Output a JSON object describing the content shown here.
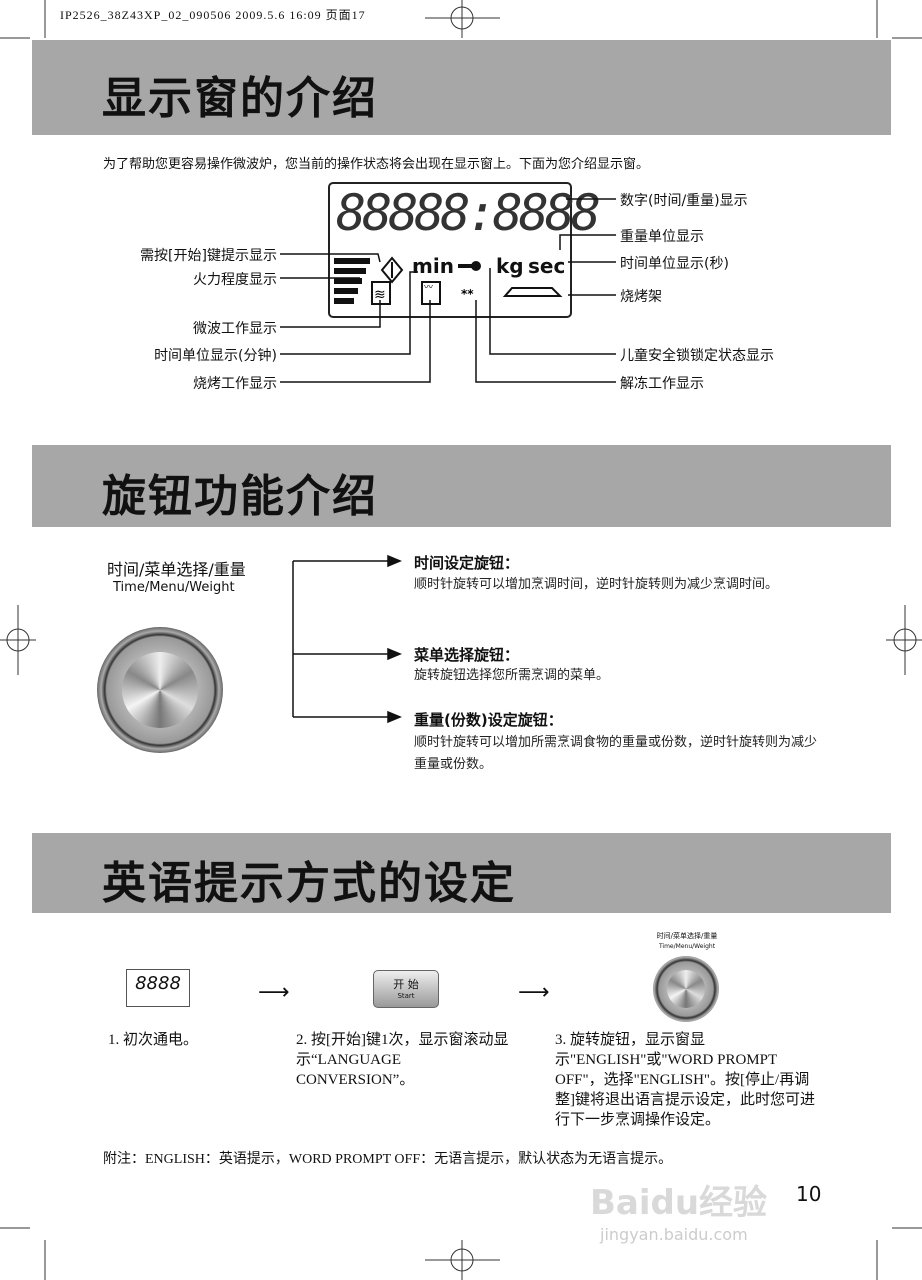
{
  "header": {
    "print_info": "IP2526_38Z43XP_02_090506   2009.5.6 16:09  页面17"
  },
  "section1": {
    "title": "显示窗的介绍",
    "intro": "为了帮助您更容易操作微波炉，您当前的操作状态将会出现在显示窗上。下面为您介绍显示窗。",
    "lcd": {
      "digits": "88888:8888",
      "min": "min",
      "kg": "kg",
      "sec": "sec"
    },
    "labels_left": [
      "需按[开始]键提示显示",
      "火力程度显示",
      "微波工作显示",
      "时间单位显示(分钟)",
      "烧烤工作显示"
    ],
    "labels_right": [
      "数字(时间/重量)显示",
      "重量单位显示",
      "时间单位显示(秒)",
      "烧烤架",
      "儿童安全锁锁定状态显示",
      "解冻工作显示"
    ]
  },
  "section2": {
    "title": "旋钮功能介绍",
    "knob_label_cn": "时间/菜单选择/重量",
    "knob_label_en": "Time/Menu/Weight",
    "items": [
      {
        "title": "时间设定旋钮：",
        "text": "顺时针旋转可以增加烹调时间，逆时针旋转则为减少烹调时间。"
      },
      {
        "title": "菜单选择旋钮：",
        "text": "旋转旋钮选择您所需烹调的菜单。"
      },
      {
        "title": "重量(份数)设定旋钮：",
        "text": "顺时针旋转可以增加所需烹调食物的重量或份数，逆时针旋转则为减少重量或份数。"
      }
    ]
  },
  "section3": {
    "title": "英语提示方式的设定",
    "display_digits": "8888",
    "start_button": {
      "cn": "开 始",
      "en": "Start"
    },
    "knob_label_cn": "时间/菜单选择/重量",
    "knob_label_en": "Time/Menu/Weight",
    "steps": [
      "1.  初次通电。",
      "2.  按[开始]键1次，显示窗滚动显示“LANGUAGE CONVERSION”。",
      "3.  旋转旋钮，显示窗显示\"ENGLISH\"或\"WORD PROMPT OFF\"，选择\"ENGLISH\"。按[停止/再调整]键将退出语言提示设定，此时您可进行下一步烹调操作设定。"
    ],
    "note": "附注：ENGLISH：英语提示，WORD PROMPT OFF：无语言提示，默认状态为无语言提示。"
  },
  "page_number": "10",
  "watermark": {
    "text": "Baidu经验",
    "url_text": "jingyan.baidu.com"
  }
}
